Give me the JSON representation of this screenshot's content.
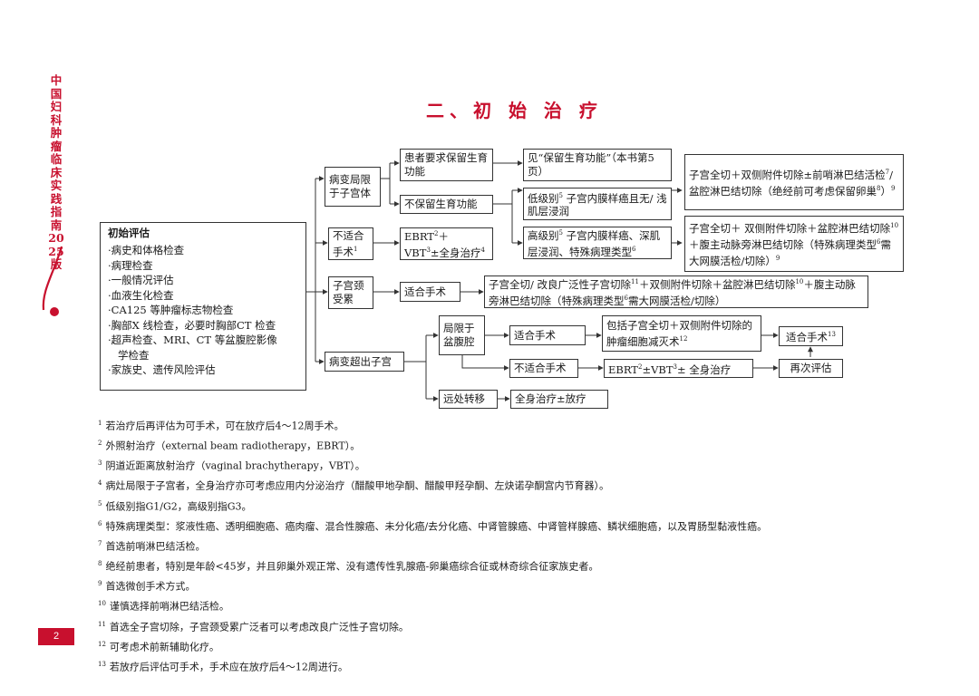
{
  "side_title": "中国妇科肿瘤临床实践指南2025版",
  "page_number": "2",
  "section_title": "二、初 始 治 疗",
  "assessment": {
    "heading": "初始评估",
    "items": [
      "·病史和体格检查",
      "·病理检查",
      "·一般情况评估",
      "·血液生化检查",
      "·CA125 等肿瘤标志物检查",
      "·胸部X 线检查，必要时胸部CT 检查",
      "·超声检查、MRI、CT 等盆腹腔影像",
      "学检查",
      "·家族史、遗传风险评估"
    ]
  },
  "flow": {
    "uterus_limited": "病变局限于子宫体",
    "fertility_request": "患者要求保留生育功能",
    "fertility_ref": "见“保留生育功能”（本书第5页）",
    "no_fertility": "不保留生育功能",
    "low_grade": {
      "pre": "低级别",
      "sup": "5",
      "post": " 子宫内膜样癌且无/ 浅肌层浸润"
    },
    "high_grade": {
      "pre": "高级别",
      "sup1": "5",
      "mid": " 子宫内膜样癌、深肌层浸润、特殊病理类型",
      "sup2": "6"
    },
    "surgery_low": {
      "a": "子宫全切＋双侧附件切除±前哨淋巴结活检",
      "s1": "7",
      "b": "/ 盆腔淋巴结切除（绝经前可考虑保留卵巢",
      "s2": "8",
      "c": "）",
      "s3": "9"
    },
    "surgery_high": {
      "a": "子宫全切＋ 双侧附件切除＋盆腔淋巴结切除",
      "s1": "10",
      "b": "＋腹主动脉旁淋巴结切除（特殊病理类型",
      "s2": "6",
      "c": "需大网膜活检/切除）",
      "s3": "9"
    },
    "not_suitable_surgery": {
      "a": "不适合手术",
      "s": "1"
    },
    "ebrt_vbt_systemic": {
      "a": "EBRT",
      "s1": "2",
      "b": "＋VBT",
      "s2": "3",
      "c": "±全身治疗",
      "s3": "4"
    },
    "cervix_involved": "子宫颈受累",
    "suitable_surgery": "适合手术",
    "radical_surgery": {
      "a": "子宫全切/ 改良广泛性子宫切除",
      "s1": "11",
      "b": "＋双侧附件切除＋盆腔淋巴结切除",
      "s2": "10",
      "c": "＋腹主动脉旁淋巴结切除（特殊病理类型",
      "s3": "6",
      "d": "需大网膜活检/切除）"
    },
    "beyond_uterus": "病变超出子宫",
    "pelvic_abdominal": "局限于盆腹腔",
    "suitable_surgery_2": "适合手术",
    "cytoreduction": {
      "a": "包括子宫全切＋双侧附件切除的肿瘤细胞减灭术",
      "s": "12"
    },
    "suitable_surgery_3": {
      "a": "适合手术",
      "s": "13"
    },
    "not_suitable_2": "不适合手术",
    "ebrt_vbt_2": {
      "a": "EBRT",
      "s1": "2",
      "b": "±VBT",
      "s2": "3",
      "c": "± 全身治疗"
    },
    "re_evaluate": "再次评估",
    "distant_metastasis": "远处转移",
    "systemic_radio": "全身治疗±放疗"
  },
  "footnotes": [
    {
      "n": "1",
      "t": "若治疗后再评估为可手术，可在放疗后4～12周手术。"
    },
    {
      "n": "2",
      "t": "外照射治疗（external beam radiotherapy，EBRT）。"
    },
    {
      "n": "3",
      "t": "阴道近距离放射治疗（vaginal brachytherapy，VBT）。"
    },
    {
      "n": "4",
      "t": "病灶局限于子宫者，全身治疗亦可考虑应用内分泌治疗（醋酸甲地孕酮、醋酸甲羟孕酮、左炔诺孕酮宫内节育器）。"
    },
    {
      "n": "5",
      "t": "低级别指G1/G2，高级别指G3。"
    },
    {
      "n": "6",
      "t": "特殊病理类型：浆液性癌、透明细胞癌、癌肉瘤、混合性腺癌、未分化癌/去分化癌、中肾管腺癌、中肾管样腺癌、鳞状细胞癌，以及胃肠型黏液性癌。"
    },
    {
      "n": "7",
      "t": "首选前哨淋巴结活检。"
    },
    {
      "n": "8",
      "t": "绝经前患者，特别是年龄<45岁，并且卵巢外观正常、没有遗传性乳腺癌-卵巢癌综合征或林奇综合征家族史者。"
    },
    {
      "n": "9",
      "t": "首选微创手术方式。"
    },
    {
      "n": "10",
      "t": "谨慎选择前哨淋巴结活检。"
    },
    {
      "n": "11",
      "t": "首选全子宫切除，子宫颈受累广泛者可以考虑改良广泛性子宫切除。"
    },
    {
      "n": "12",
      "t": "可考虑术前新辅助化疗。"
    },
    {
      "n": "13",
      "t": "若放疗后评估可手术，手术应在放疗后4～12周进行。"
    }
  ],
  "colors": {
    "accent": "#c8102e",
    "line": "#333333"
  }
}
